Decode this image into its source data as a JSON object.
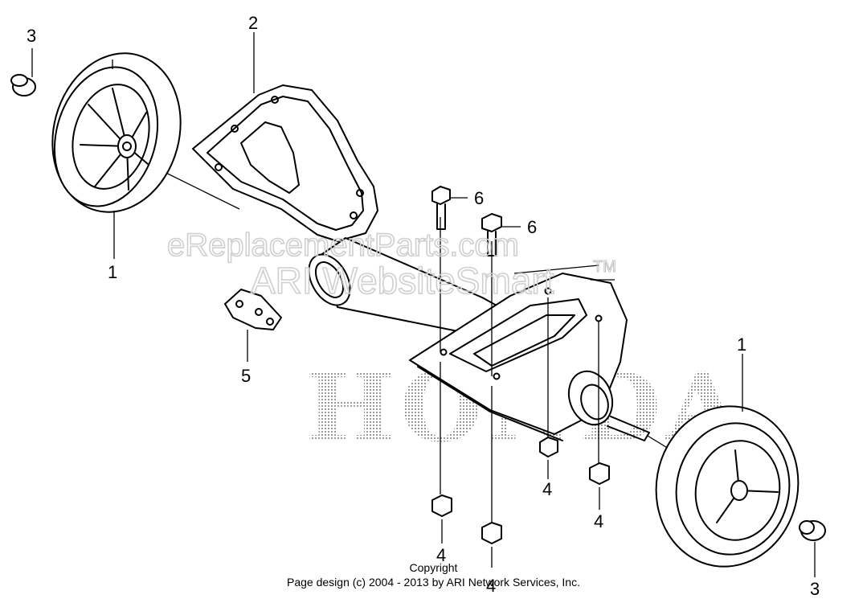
{
  "watermark": {
    "site": "eReplacementParts.com",
    "product": "ARI WebsiteSmart",
    "trademark": "TM",
    "brand": "HONDA"
  },
  "callouts": {
    "wheel_left": "1",
    "wheel_right": "1",
    "frame": "2",
    "cap_left": "3",
    "cap_right": "3",
    "nut_a": "4",
    "nut_b": "4",
    "nut_c": "4",
    "nut_d": "4",
    "clip": "5",
    "bolt_a": "6",
    "bolt_b": "6"
  },
  "footer": {
    "line1": "Copyright",
    "line2": "Page design (c) 2004 - 2013 by ARI Network Services, Inc."
  }
}
